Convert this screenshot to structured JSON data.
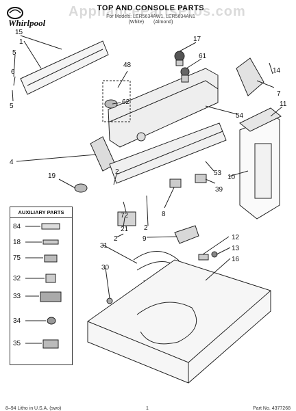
{
  "header": {
    "brand": "Whirlpool",
    "title": "TOP AND CONSOLE PARTS",
    "subtitle": "For Models: LER5634AW1, LER5634AN1",
    "colors": [
      "(White)",
      "(Almond)"
    ]
  },
  "watermark": "AppliancePartsPros.com",
  "auxiliary": {
    "title": "AUXILIARY PARTS",
    "items": [
      "84",
      "18",
      "75",
      "32",
      "33",
      "34",
      "35"
    ]
  },
  "callouts": {
    "c15": "15",
    "c1": "1",
    "c5a": "5",
    "c6": "6",
    "c5b": "5",
    "c48": "48",
    "c62": "62",
    "c17": "17",
    "c61": "61",
    "c14": "14",
    "c7": "7",
    "c54": "54",
    "c11": "11",
    "c4": "4",
    "c2a": "2",
    "c19": "19",
    "c53": "53",
    "c39": "39",
    "c10": "10",
    "c8": "8",
    "c72": "72",
    "c21": "21",
    "c2b": "2",
    "c2c": "2",
    "c9": "9",
    "c31": "31",
    "c12": "12",
    "c13": "13",
    "c16": "16",
    "c30": "30"
  },
  "footer": {
    "left": "8–94 Litho in U.S.A. (swo)",
    "center": "1",
    "right": "Part No. 4377268"
  }
}
